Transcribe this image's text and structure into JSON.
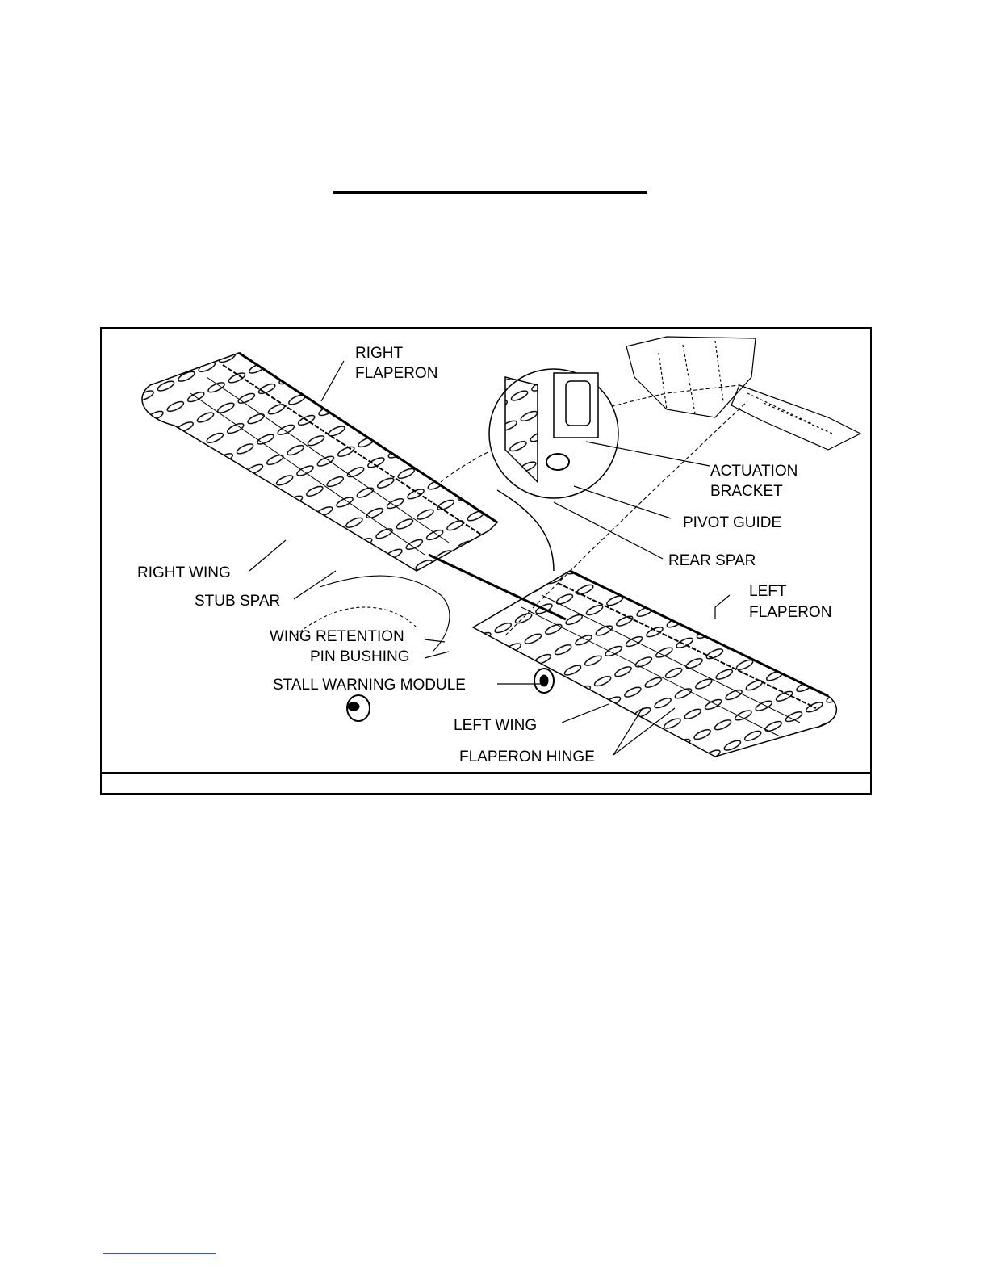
{
  "labels": {
    "right_flaperon_1": "RIGHT",
    "right_flaperon_2": "FLAPERON",
    "actuation_1": "ACTUATION",
    "actuation_2": "BRACKET",
    "pivot_guide": "PIVOT GUIDE",
    "rear_spar": "REAR SPAR",
    "right_wing": "RIGHT WING",
    "stub_spar": "STUB SPAR",
    "left_flaperon_1": "LEFT",
    "left_flaperon_2": "FLAPERON",
    "wing_retention_1": "WING RETENTION",
    "wing_retention_2": "PIN BUSHING",
    "stall_warning": "STALL WARNING MODULE",
    "left_wing": "LEFT WING",
    "flaperon_hinge": "FLAPERON HINGE"
  },
  "caption": "",
  "colors": {
    "ink": "#000000",
    "footer_rule": "#3355cc"
  }
}
